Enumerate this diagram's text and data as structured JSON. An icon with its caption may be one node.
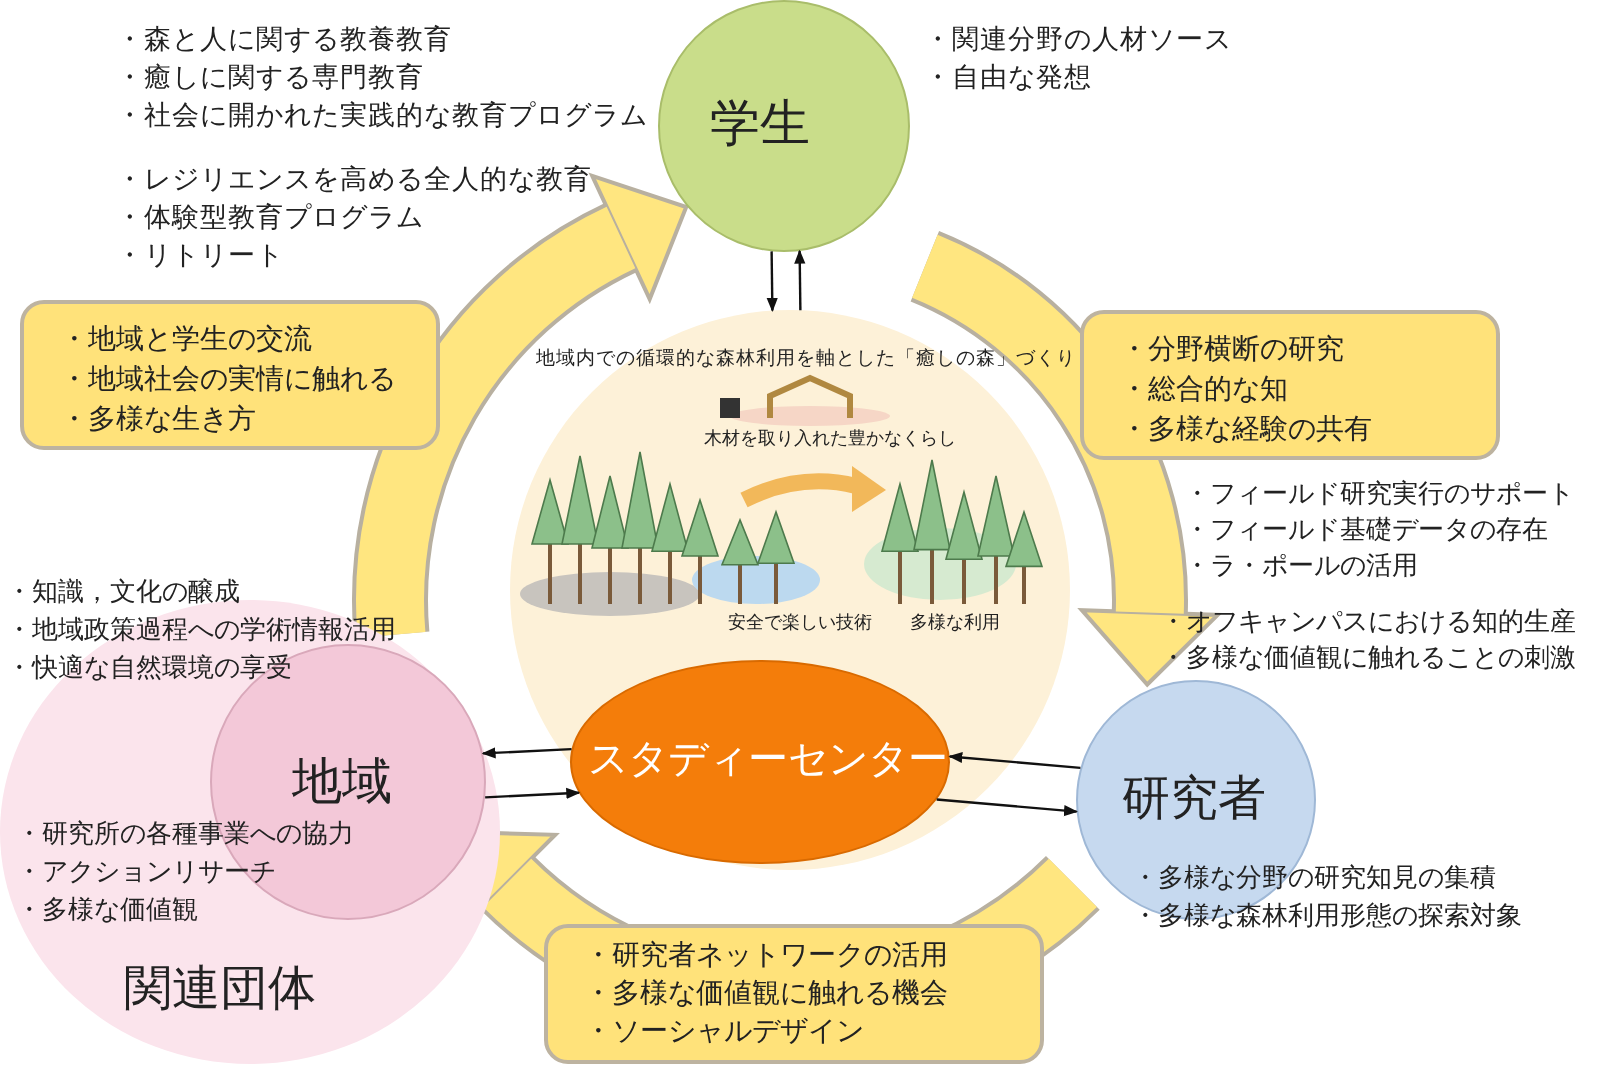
{
  "diagram": {
    "nodes": [
      {
        "text": [
          "学生"
        ],
        "beside": [
          "・森と人に関する教養教育",
          "・癒しに関する専門教育",
          "・社会に開かれた実践的な教育プログラム",
          "・関連分野の人材ソース",
          "・自由な発想",
          "・レジリエンスを高める全人的な教育",
          "・体験型教育プログラム",
          "・リトリート"
        ]
      },
      {
        "text": [
          "地域内での循環的な森林利用を軸とした「癒しの森」づくり",
          "木材を取り入れた豊かなくらし",
          "安全で楽しい技術",
          "多様な利用"
        ]
      },
      {
        "text": [
          "スタディーセンター"
        ],
        "in": 1
      },
      {
        "text": [
          "関連団体"
        ],
        "beside": [
          "・研究所の各種事業への協力",
          "・アクションリサーチ",
          "・多様な価値観"
        ]
      },
      {
        "text": [
          "地域"
        ],
        "in": 3,
        "beside": [
          "・知識，文化の醸成",
          "・地域政策過程への学術情報活用",
          "・快適な自然環境の享受"
        ]
      },
      {
        "text": [
          "研究者"
        ],
        "beside": [
          "・フィールド研究実行のサポート",
          "・フィールド基礎データの存在",
          "・ラ・ポールの活用",
          "・オフキャンパスにおける知的生産",
          "・多様な価値観に触れることの刺激",
          "・多様な分野の研究知見の集積",
          "・多様な森林利用形態の探索対象"
        ]
      },
      {
        "text": [
          "・地域と学生の交流",
          "・地域社会の実情に触れる",
          "・多様な生き方"
        ]
      },
      {
        "text": [
          "・分野横断の研究",
          "・総合的な知",
          "・多様な経験の共有"
        ]
      },
      {
        "text": [
          "・研究者ネットワークの活用",
          "・多様な価値観に触れる機会",
          "・ソーシャルデザイン"
        ]
      }
    ],
    "edges": [
      {
        "from": 1,
        "to": 0,
        "arrow": "to"
      },
      {
        "from": 0,
        "to": 1,
        "arrow": "to"
      },
      {
        "from": 2,
        "to": 4,
        "arrow": "to"
      },
      {
        "from": 4,
        "to": 2,
        "arrow": "to"
      },
      {
        "from": 2,
        "to": 5,
        "arrow": "to"
      },
      {
        "from": 5,
        "to": 2,
        "arrow": "to"
      }
    ]
  }
}
